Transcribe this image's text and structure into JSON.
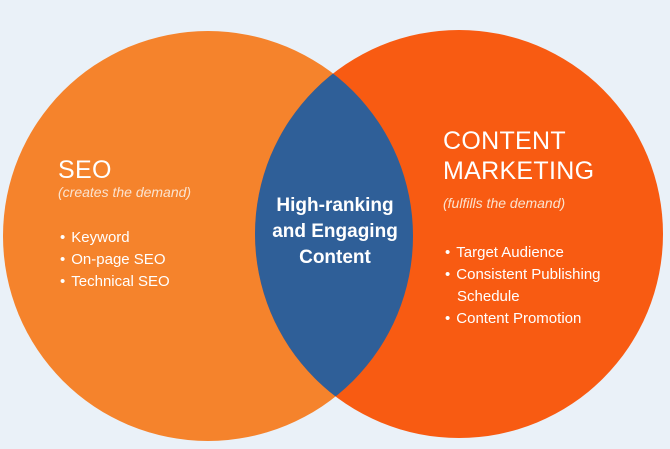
{
  "colors": {
    "background": "#eaf1f8",
    "left_circle": "#f5832c",
    "right_circle": "#f85b12",
    "overlap": "#2f5f98",
    "text": "#ffffff"
  },
  "left": {
    "title": "SEO",
    "subtitle": "(creates the demand)",
    "items": [
      "Keyword",
      "On-page SEO",
      "Technical SEO"
    ]
  },
  "right": {
    "title_line1": "CONTENT",
    "title_line2": "MARKETING",
    "subtitle": "(fulfills the demand)",
    "items": [
      "Target Audience",
      "Consistent Publishing",
      "Schedule",
      "Content Promotion"
    ]
  },
  "center": {
    "line1": "High-ranking",
    "line2": "and Engaging",
    "line3": "Content"
  }
}
